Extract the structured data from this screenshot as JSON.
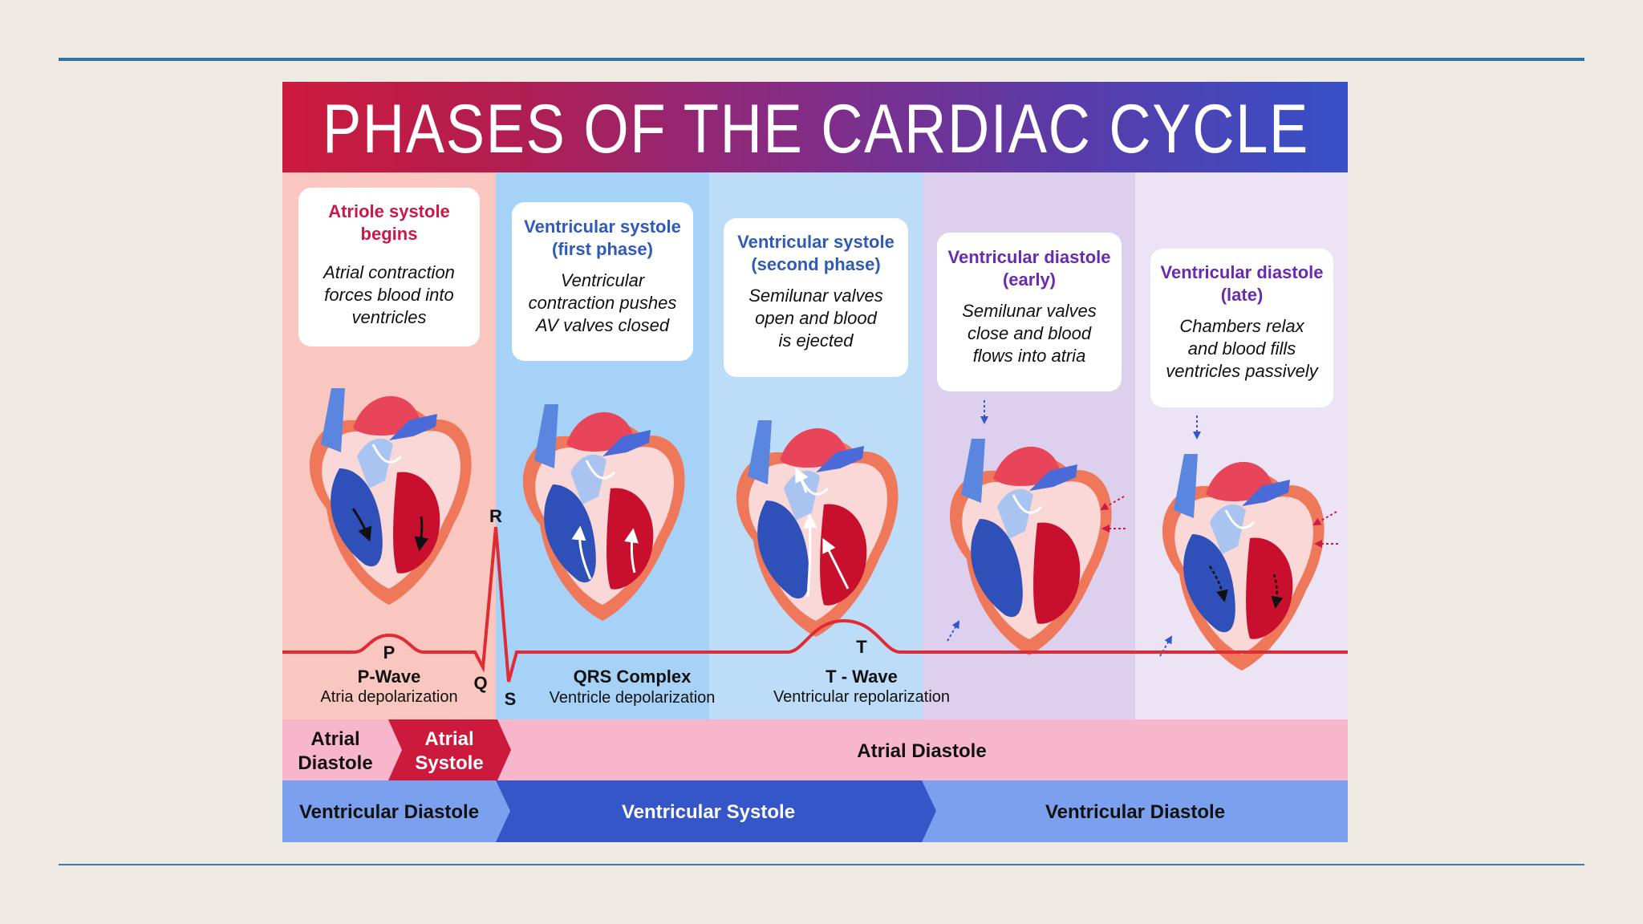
{
  "title": "PHASES OF THE CARDIAC CYCLE",
  "colors": {
    "title_gradient": [
      "#cc1a3c",
      "#a0246c",
      "#7a2e8a",
      "#5a3aa8",
      "#3a4ec8"
    ],
    "phase_backgrounds": [
      "#f9c6c0",
      "#a6d2f8",
      "#bcdcf8",
      "#ddd0ee",
      "#ece4f4"
    ],
    "ecg_line": "#e02a34",
    "atrial_band": "#f8b6cc",
    "atrial_systole": "#cc1a3c",
    "ventricular_systole": "#3456c8",
    "ventricular_diastole": "#7aa0ee"
  },
  "phases": [
    {
      "title": "Atriole systole begins",
      "title_lines": [
        "Atriole systole",
        "begins"
      ],
      "title_color": "#c81a48",
      "body": [
        "Atrial contraction",
        "forces blood into",
        "ventricles"
      ]
    },
    {
      "title": "Ventricular systole (first phase)",
      "title_lines": [
        "Ventricular systole",
        "(first phase)"
      ],
      "title_color": "#2f5ab8",
      "body": [
        "Ventricular",
        "contraction pushes",
        "AV valves closed"
      ]
    },
    {
      "title": "Ventricular systole (second phase)",
      "title_lines": [
        "Ventricular systole",
        "(second phase)"
      ],
      "title_color": "#2f5ab8",
      "body": [
        "Semilunar valves",
        "open and blood",
        "is ejected"
      ]
    },
    {
      "title": "Ventricular diastole (early)",
      "title_lines": [
        "Ventricular diastole",
        "(early)"
      ],
      "title_color": "#6a2ab0",
      "body": [
        "Semilunar valves",
        "close and blood",
        "flows into atria"
      ]
    },
    {
      "title": "Ventricular diastole (late)",
      "title_lines": [
        "Ventricular diastole",
        "(late)"
      ],
      "title_color": "#6a2ab0",
      "body": [
        "Chambers relax",
        "and blood fills",
        "ventricles passively"
      ]
    }
  ],
  "ecg": {
    "points": {
      "P": "P",
      "Q": "Q",
      "R": "R",
      "S": "S",
      "T": "T"
    },
    "p_wave": {
      "name": "P-Wave",
      "desc": "Atria depolarization"
    },
    "qrs": {
      "name": "QRS Complex",
      "desc": "Ventricle depolarization"
    },
    "t_wave": {
      "name": "T - Wave",
      "desc": "Ventricular repolarization"
    }
  },
  "bands": {
    "atrial": [
      {
        "label_lines": [
          "Atrial",
          "Diastole"
        ]
      },
      {
        "label_lines": [
          "Atrial",
          "Systole"
        ]
      },
      {
        "label": "Atrial Diastole"
      }
    ],
    "ventricular": [
      {
        "label": "Ventricular Diastole"
      },
      {
        "label": "Ventricular Systole"
      },
      {
        "label": "Ventricular Diastole"
      }
    ]
  }
}
